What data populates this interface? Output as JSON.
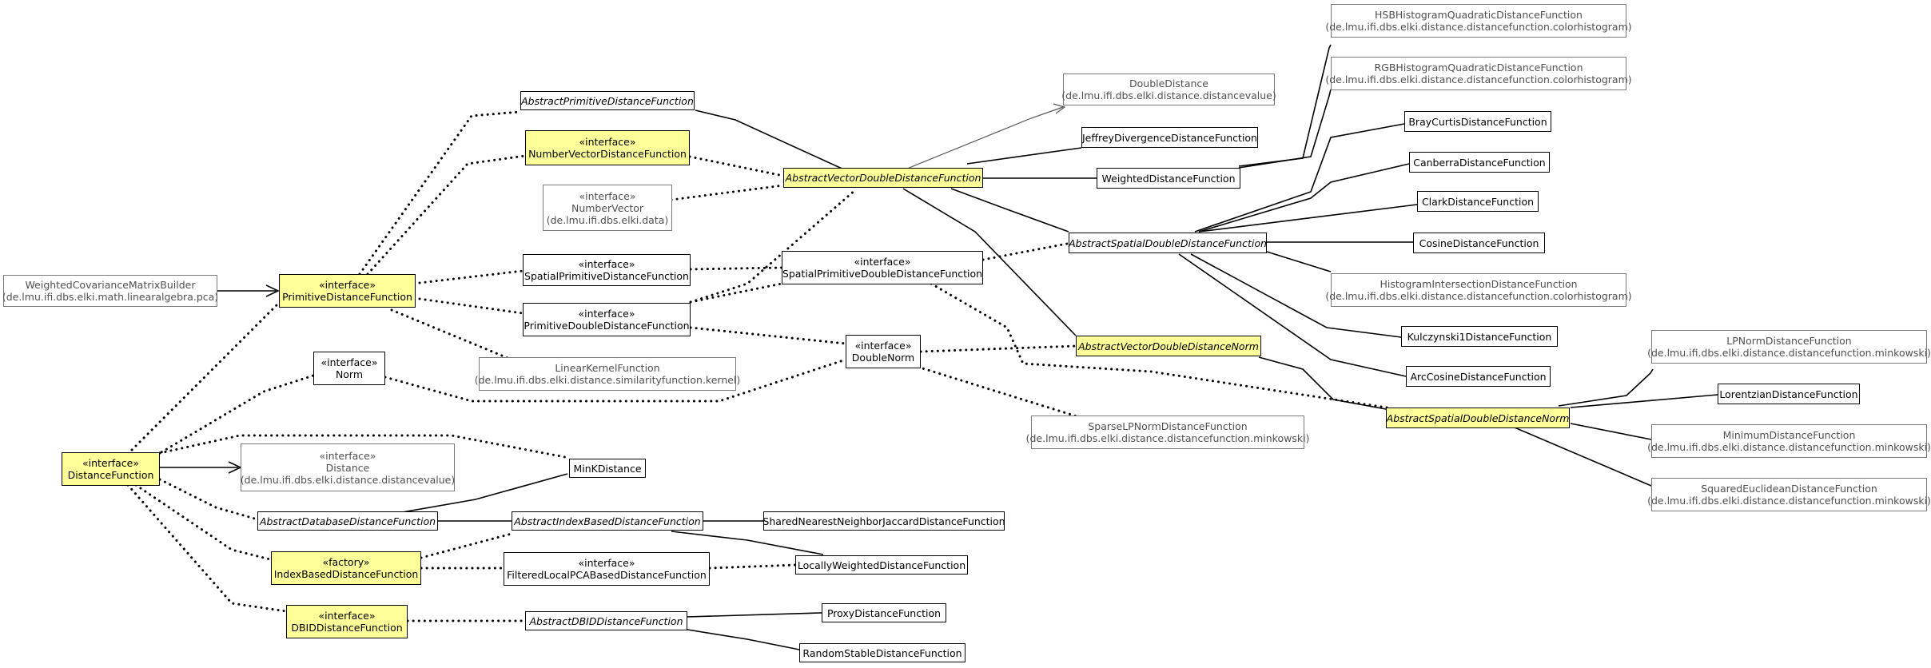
{
  "nodes": [
    {
      "id": "wcmb",
      "name": "WeightedCovarianceMatrixBuilder",
      "package": "(de.lmu.ifi.dbs.elki.math.linearalgebra.pca)",
      "ext": true
    },
    {
      "id": "pdf",
      "stereotype": "«interface»",
      "name": "PrimitiveDistanceFunction",
      "hl": true
    },
    {
      "id": "df",
      "stereotype": "«interface»",
      "name": "DistanceFunction",
      "hl": true
    },
    {
      "id": "apdf",
      "name": "AbstractPrimitiveDistanceFunction",
      "italic": true
    },
    {
      "id": "nvdf",
      "stereotype": "«interface»",
      "name": "NumberVectorDistanceFunction",
      "hl": true
    },
    {
      "id": "nv",
      "stereotype": "«interface»",
      "name": "NumberVector",
      "package": "(de.lmu.ifi.dbs.elki.data)",
      "ext": true
    },
    {
      "id": "spdf",
      "stereotype": "«interface»",
      "name": "SpatialPrimitiveDistanceFunction"
    },
    {
      "id": "ppdf",
      "stereotype": "«interface»",
      "name": "PrimitiveDoubleDistanceFunction"
    },
    {
      "id": "lkf",
      "name": "LinearKernelFunction",
      "package": "(de.lmu.ifi.dbs.elki.distance.similarityfunction.kernel)",
      "ext": true
    },
    {
      "id": "norm",
      "stereotype": "«interface»",
      "name": "Norm"
    },
    {
      "id": "dist",
      "stereotype": "«interface»",
      "name": "Distance",
      "package": "(de.lmu.ifi.dbs.elki.distance.distancevalue)",
      "ext": true
    },
    {
      "id": "mink",
      "name": "MinKDistance"
    },
    {
      "id": "addf",
      "name": "AbstractDatabaseDistanceFunction",
      "italic": true
    },
    {
      "id": "aibdf",
      "name": "AbstractIndexBasedDistanceFunction",
      "italic": true
    },
    {
      "id": "ibdf",
      "stereotype": "«factory»",
      "name": "IndexBasedDistanceFunction",
      "hl": true
    },
    {
      "id": "flpca",
      "stereotype": "«interface»",
      "name": "FilteredLocalPCABasedDistanceFunction"
    },
    {
      "id": "dbid",
      "stereotype": "«interface»",
      "name": "DBIDDistanceFunction",
      "hl": true
    },
    {
      "id": "adbid",
      "name": "AbstractDBIDDistanceFunction",
      "italic": true
    },
    {
      "id": "snn",
      "name": "SharedNearestNeighborJaccardDistanceFunction"
    },
    {
      "id": "lwdf",
      "name": "LocallyWeightedDistanceFunction"
    },
    {
      "id": "proxy",
      "name": "ProxyDistanceFunction"
    },
    {
      "id": "rsdf",
      "name": "RandomStableDistanceFunction"
    },
    {
      "id": "avddf",
      "name": "AbstractVectorDoubleDistanceFunction",
      "italic": true,
      "hl": true
    },
    {
      "id": "spddf",
      "stereotype": "«interface»",
      "name": "SpatialPrimitiveDoubleDistanceFunction"
    },
    {
      "id": "dnorm",
      "stereotype": "«interface»",
      "name": "DoubleNorm"
    },
    {
      "id": "dd",
      "name": "DoubleDistance",
      "package": "(de.lmu.ifi.dbs.elki.distance.distancevalue)",
      "ext": true
    },
    {
      "id": "jdf",
      "name": "JeffreyDivergenceDistanceFunction"
    },
    {
      "id": "wdf",
      "name": "WeightedDistanceFunction"
    },
    {
      "id": "asddf",
      "name": "AbstractSpatialDoubleDistanceFunction",
      "italic": true
    },
    {
      "id": "avdn",
      "name": "AbstractVectorDoubleDistanceNorm",
      "italic": true,
      "hl": true
    },
    {
      "id": "splp",
      "name": "SparseLPNormDistanceFunction",
      "package": "(de.lmu.ifi.dbs.elki.distance.distancefunction.minkowski)",
      "ext": true
    },
    {
      "id": "hsb",
      "name": "HSBHistogramQuadraticDistanceFunction",
      "package": "(de.lmu.ifi.dbs.elki.distance.distancefunction.colorhistogram)",
      "ext": true
    },
    {
      "id": "rgb",
      "name": "RGBHistogramQuadraticDistanceFunction",
      "package": "(de.lmu.ifi.dbs.elki.distance.distancefunction.colorhistogram)",
      "ext": true
    },
    {
      "id": "bray",
      "name": "BrayCurtisDistanceFunction"
    },
    {
      "id": "canb",
      "name": "CanberraDistanceFunction"
    },
    {
      "id": "clark",
      "name": "ClarkDistanceFunction"
    },
    {
      "id": "cos",
      "name": "CosineDistanceFunction"
    },
    {
      "id": "hist",
      "name": "HistogramIntersectionDistanceFunction",
      "package": "(de.lmu.ifi.dbs.elki.distance.distancefunction.colorhistogram)",
      "ext": true
    },
    {
      "id": "kulc",
      "name": "Kulczynski1DistanceFunction"
    },
    {
      "id": "arccos",
      "name": "ArcCosineDistanceFunction"
    },
    {
      "id": "asddn",
      "name": "AbstractSpatialDoubleDistanceNorm",
      "italic": true,
      "hl": true
    },
    {
      "id": "lpnorm",
      "name": "LPNormDistanceFunction",
      "package": "(de.lmu.ifi.dbs.elki.distance.distancefunction.minkowski)",
      "ext": true
    },
    {
      "id": "lor",
      "name": "LorentzianDistanceFunction"
    },
    {
      "id": "min",
      "name": "MinimumDistanceFunction",
      "package": "(de.lmu.ifi.dbs.elki.distance.distancefunction.minkowski)",
      "ext": true
    },
    {
      "id": "sqe",
      "name": "SquaredEuclideanDistanceFunction",
      "package": "(de.lmu.ifi.dbs.elki.distance.distancefunction.minkowski)",
      "ext": true
    }
  ]
}
